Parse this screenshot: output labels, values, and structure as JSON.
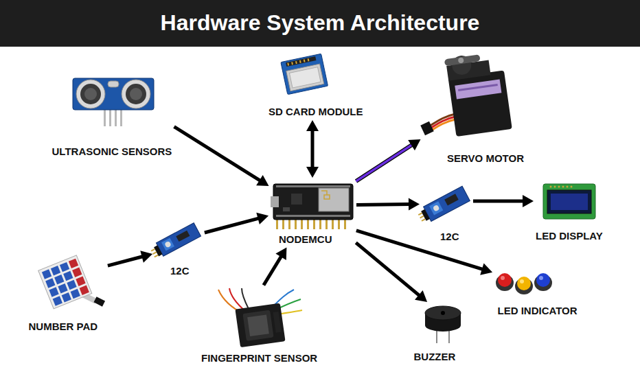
{
  "diagram": {
    "title": "Hardware System Architecture",
    "nodes": [
      {
        "text": [
          "ULTRASONIC SENSORS"
        ]
      },
      {
        "text": [
          "SD CARD MODULE"
        ]
      },
      {
        "text": [
          "SERVO MOTOR"
        ]
      },
      {
        "text": [
          "NODEMCU"
        ]
      },
      {
        "text": [
          "12C"
        ]
      },
      {
        "text": [
          "LED DISPLAY"
        ]
      },
      {
        "text": [
          "12C"
        ]
      },
      {
        "text": [
          "LED INDICATOR"
        ]
      },
      {
        "text": [
          "NUMBER PAD"
        ]
      },
      {
        "text": [
          "FINGERPRINT SENSOR"
        ]
      },
      {
        "text": [
          "BUZZER"
        ]
      }
    ],
    "edges": [
      {
        "from": 0,
        "to": 3,
        "arrow": "to"
      },
      {
        "from": 1,
        "to": 3,
        "arrow": "both"
      },
      {
        "from": 3,
        "to": 2,
        "arrow": "to"
      },
      {
        "from": 3,
        "to": 4,
        "arrow": "to"
      },
      {
        "from": 4,
        "to": 5,
        "arrow": "to"
      },
      {
        "from": 6,
        "to": 3,
        "arrow": "to"
      },
      {
        "from": 8,
        "to": 6,
        "arrow": "to"
      },
      {
        "from": 9,
        "to": 3,
        "arrow": "to"
      },
      {
        "from": 3,
        "to": 10,
        "arrow": "to"
      },
      {
        "from": 3,
        "to": 7,
        "arrow": "to"
      }
    ]
  }
}
